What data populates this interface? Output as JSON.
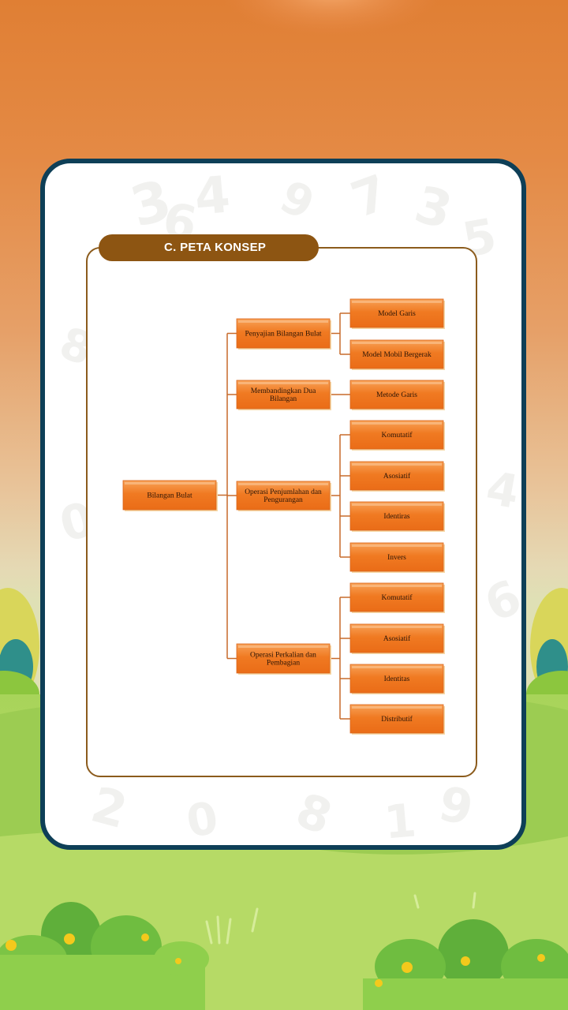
{
  "header": {
    "title": "C. PETA KONSEP"
  },
  "diagram": {
    "root": "Bilangan Bulat",
    "branches": [
      {
        "label": "Penyajian Bilangan Bulat",
        "children": [
          "Model Garis",
          "Model Mobil Bergerak"
        ]
      },
      {
        "label": "Membandingkan Dua Bilangan",
        "children": [
          "Metode Garis"
        ]
      },
      {
        "label": "Operasi Penjumlahan dan Pengurangan",
        "children": [
          "Komutatif",
          "Asosiatif",
          "Identiras",
          "Invers"
        ]
      },
      {
        "label": "Operasi Perkalian dan Pembagian",
        "children": [
          "Komutatif",
          "Asosiatif",
          "Identitas",
          "Distributif"
        ]
      }
    ]
  },
  "colors": {
    "node_fill": "#f07a22",
    "node_highlight": "#f8b16e",
    "node_shadow": "#f6d9a8",
    "connector": "#c76a2a",
    "frame_border": "#8b5b1c",
    "card_border": "#0e3f57",
    "title_bg": "#8d5512"
  }
}
